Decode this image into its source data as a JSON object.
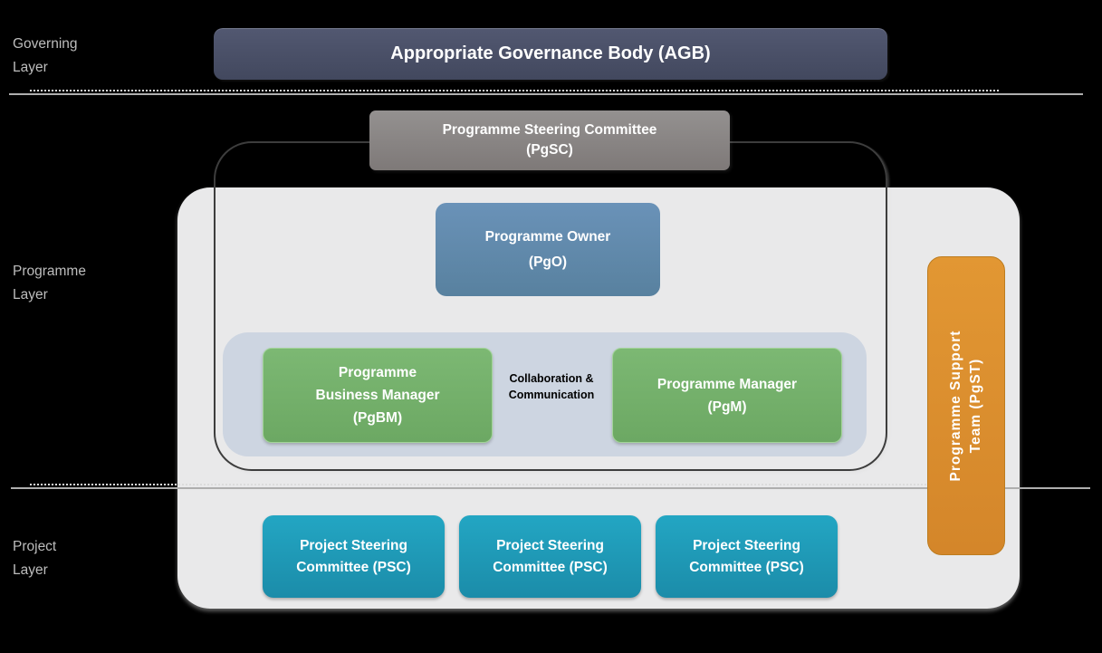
{
  "side_labels": {
    "governing": {
      "line1": "Governing",
      "line2": "Layer"
    },
    "programme": {
      "line1": "Programme",
      "line2": "Layer"
    },
    "project": {
      "line1": "Project",
      "line2": "Layer"
    }
  },
  "boxes": {
    "agb": {
      "label": "Appropriate Governance Body (AGB)"
    },
    "pgsc": {
      "line1": "Programme Steering Committee",
      "line2": "(PgSC)"
    },
    "pgo": {
      "line1": "Programme Owner",
      "line2": "(PgO)"
    },
    "pgbm": {
      "line1": "Programme",
      "line2": "Business Manager",
      "line3": "(PgBM)"
    },
    "pgm": {
      "line1": "Programme Manager",
      "line2": "(PgM)"
    },
    "pgst": {
      "line1": "Programme Support",
      "line2": "Team (PgST)"
    },
    "psc": [
      {
        "line1": "Project Steering",
        "line2": "Committee (PSC)"
      },
      {
        "line1": "Project Steering",
        "line2": "Committee (PSC)"
      },
      {
        "line1": "Project Steering",
        "line2": "Committee (PSC)"
      }
    ]
  },
  "annotations": {
    "collaboration": {
      "line1": "Collaboration &",
      "line2": "Communication"
    }
  },
  "colors": {
    "background": "#000000",
    "agb": "#4a5068",
    "pgsc": "#8a8584",
    "pgo": "#6089b0",
    "manager_green": "#74b06b",
    "psc_teal": "#1e9ab8",
    "pgst_orange": "#dd8f2e",
    "programme_panel": "#e9e9ea",
    "management_group_panel": "#cdd5e1",
    "side_label_text": "#bdbdbd",
    "separator_line": "#aeaeae"
  }
}
